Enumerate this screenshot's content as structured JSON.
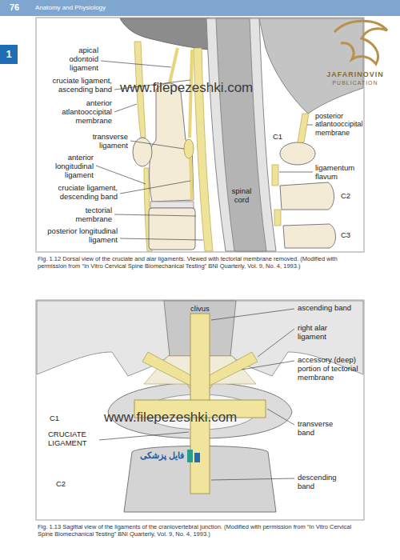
{
  "diagram": {
    "labels": [
      "76",
      "Anatomy and Physiology",
      "1",
      "JAFARINOVIN",
      "PUBLICATION",
      "apical odontoid ligament",
      "cruciate ligament, ascending band",
      "anterior atlantooccipital membrane",
      "transverse ligament",
      "anterior longitudinal ligament",
      "cruciate ligament, descending band",
      "tectorial membrane",
      "posterior longitudinal ligament",
      "spinal cord",
      "C1",
      "C2",
      "C3",
      "posterior atlantooccipital membrane",
      "ligamentum flavum",
      "www.filepezeshki.com",
      "Fig. 1.12 Dorsal view of the cruciate and alar ligaments. Viewed with tectorial membrane removed. (Modified with permission from “In Vitro Cervical Spine Biomechanical Testing” BNI Quarterly, Vol. 9, No. 4, 1993.)",
      "clivus",
      "ascending band",
      "right alar ligament",
      "accessory (deep) portion of tectorial membrane",
      "C1",
      "CRUCIATE LIGAMENT",
      "transverse band",
      "C2",
      "descending band",
      "www.filepezeshki.com",
      "فایل پزشکی",
      "Fig. 1.13 Sagittal view of the ligaments of the craniovertebral junction. (Modified with permission from “In Vitro Cervical Spine Biomechanical Testing” BNI Quarterly, Vol. 9, No. 4, 1993.)"
    ]
  }
}
